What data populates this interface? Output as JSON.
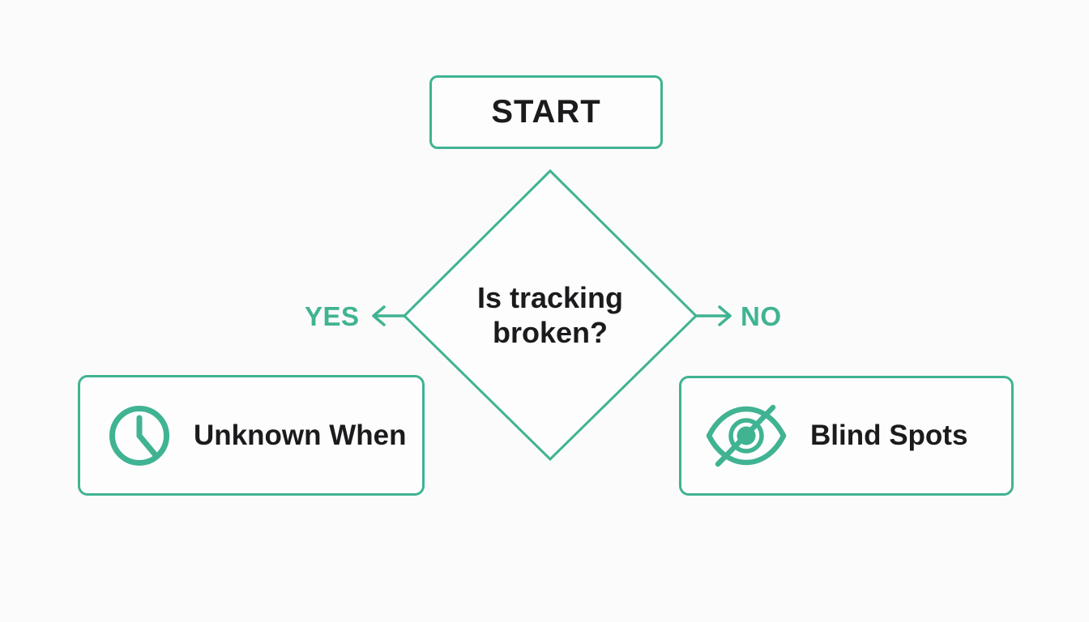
{
  "flowchart": {
    "start": {
      "label": "START"
    },
    "decision": {
      "label": "Is tracking broken?",
      "line1": "Is tracking",
      "line2": "broken?"
    },
    "branches": {
      "yes": "YES",
      "no": "NO"
    },
    "outcomes": {
      "yes_outcome": {
        "label": "Unknown When",
        "icon": "clock-icon"
      },
      "no_outcome": {
        "label": "Blind Spots",
        "icon": "eye-off-icon"
      }
    }
  },
  "colors": {
    "accent": "#40B392",
    "text": "#1B1B1D",
    "background": "#FBFBFB"
  }
}
